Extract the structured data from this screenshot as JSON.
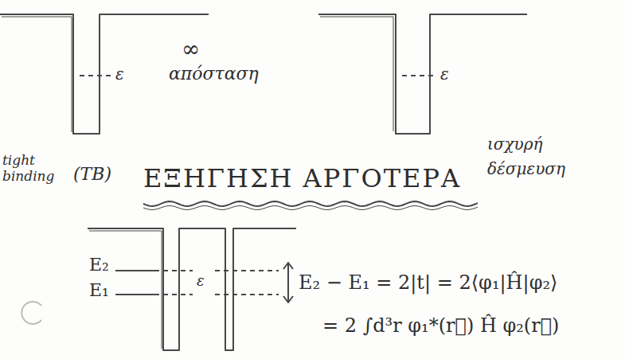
{
  "diagram": {
    "labels": [
      "ε",
      "∞",
      "απόσταση",
      "ε",
      "tight binding",
      "(TB)",
      "ΕΞΗΓΗΣΗ ΑΡΓΟΤΕΡΑ",
      "ισχυρή δέσμευση",
      "E₂",
      "E₁",
      "ε",
      "E₂ − E₁ = 2|t| = 2⟨φ₁|Ĥ|φ₂⟩",
      "= 2 ∫d³r φ₁*(r⃗) Ĥ φ₂(r⃗)"
    ]
  }
}
